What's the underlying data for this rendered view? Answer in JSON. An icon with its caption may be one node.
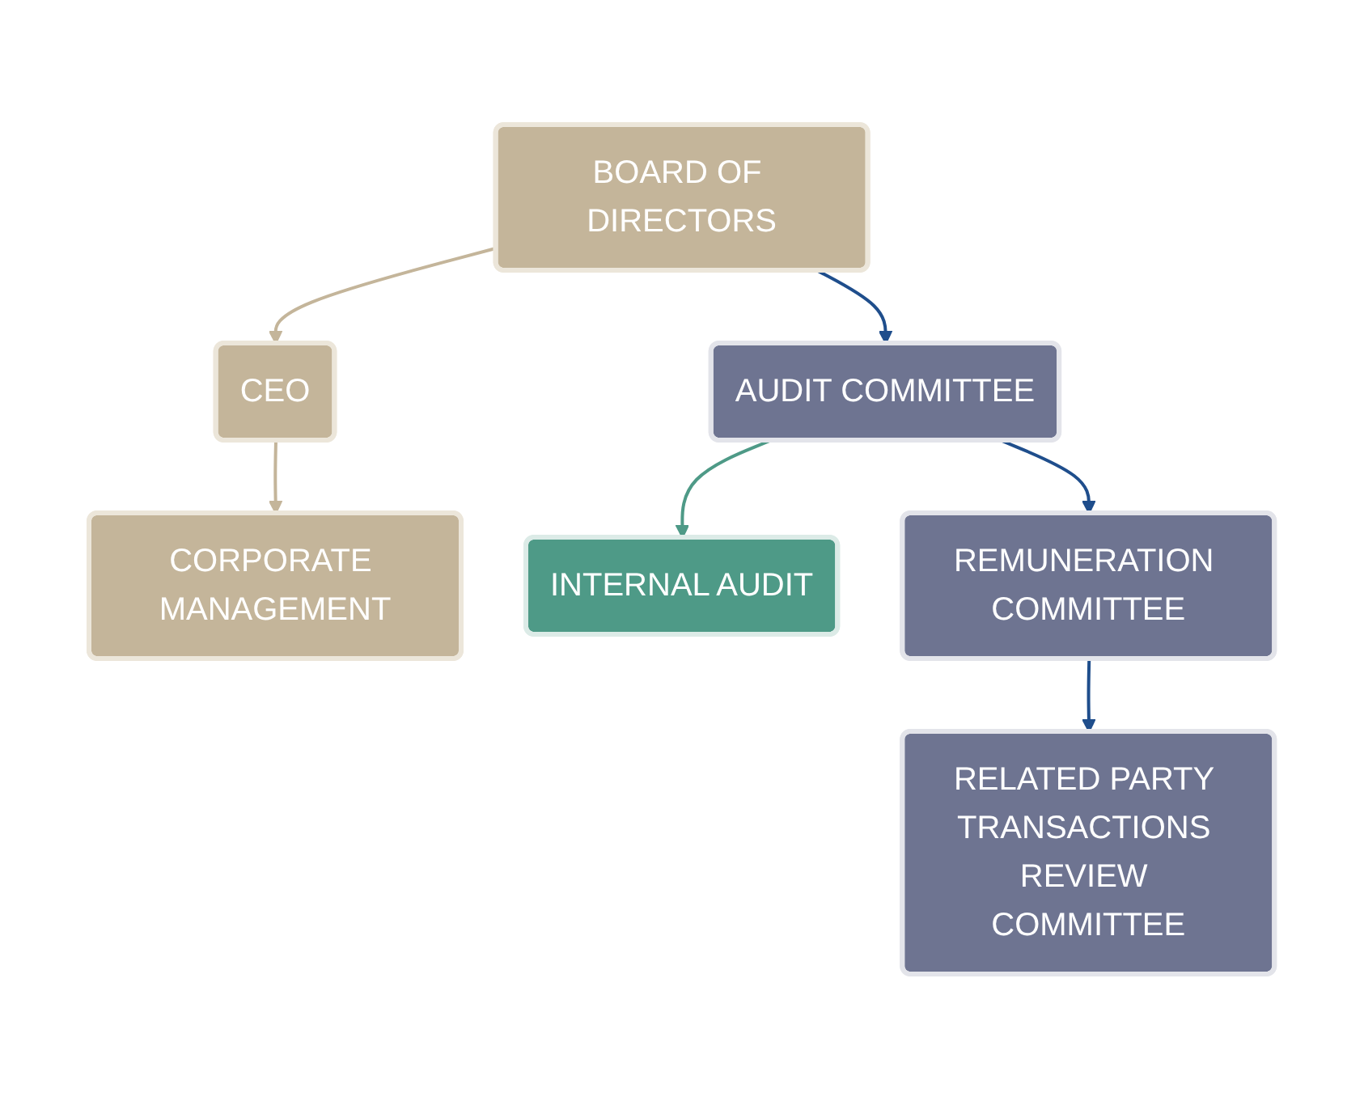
{
  "diagram": {
    "nodes": [
      {
        "text": [
          "BOARD OF DIRECTORS"
        ]
      },
      {
        "text": [
          "CEO"
        ]
      },
      {
        "text": [
          "CORPORATE MANAGEMENT"
        ]
      },
      {
        "text": [
          "AUDIT COMMITTEE"
        ]
      },
      {
        "text": [
          "INTERNAL AUDIT"
        ]
      },
      {
        "text": [
          "REMUNERATION COMMITTEE"
        ]
      },
      {
        "text": [
          "RELATED PARTY TRANSACTIONS REVIEW COMMITTEE"
        ]
      }
    ],
    "edges": [
      {
        "from": 0,
        "to": 1,
        "arrow": "to",
        "color": "#c4b59a"
      },
      {
        "from": 1,
        "to": 2,
        "arrow": "to",
        "color": "#c4b59a"
      },
      {
        "from": 0,
        "to": 3,
        "arrow": "to"
      },
      {
        "from": 3,
        "to": 4,
        "arrow": "to",
        "color": "#4e9a87"
      },
      {
        "from": 3,
        "to": 5,
        "arrow": "to"
      },
      {
        "from": 5,
        "to": 6,
        "arrow": "to"
      }
    ]
  }
}
